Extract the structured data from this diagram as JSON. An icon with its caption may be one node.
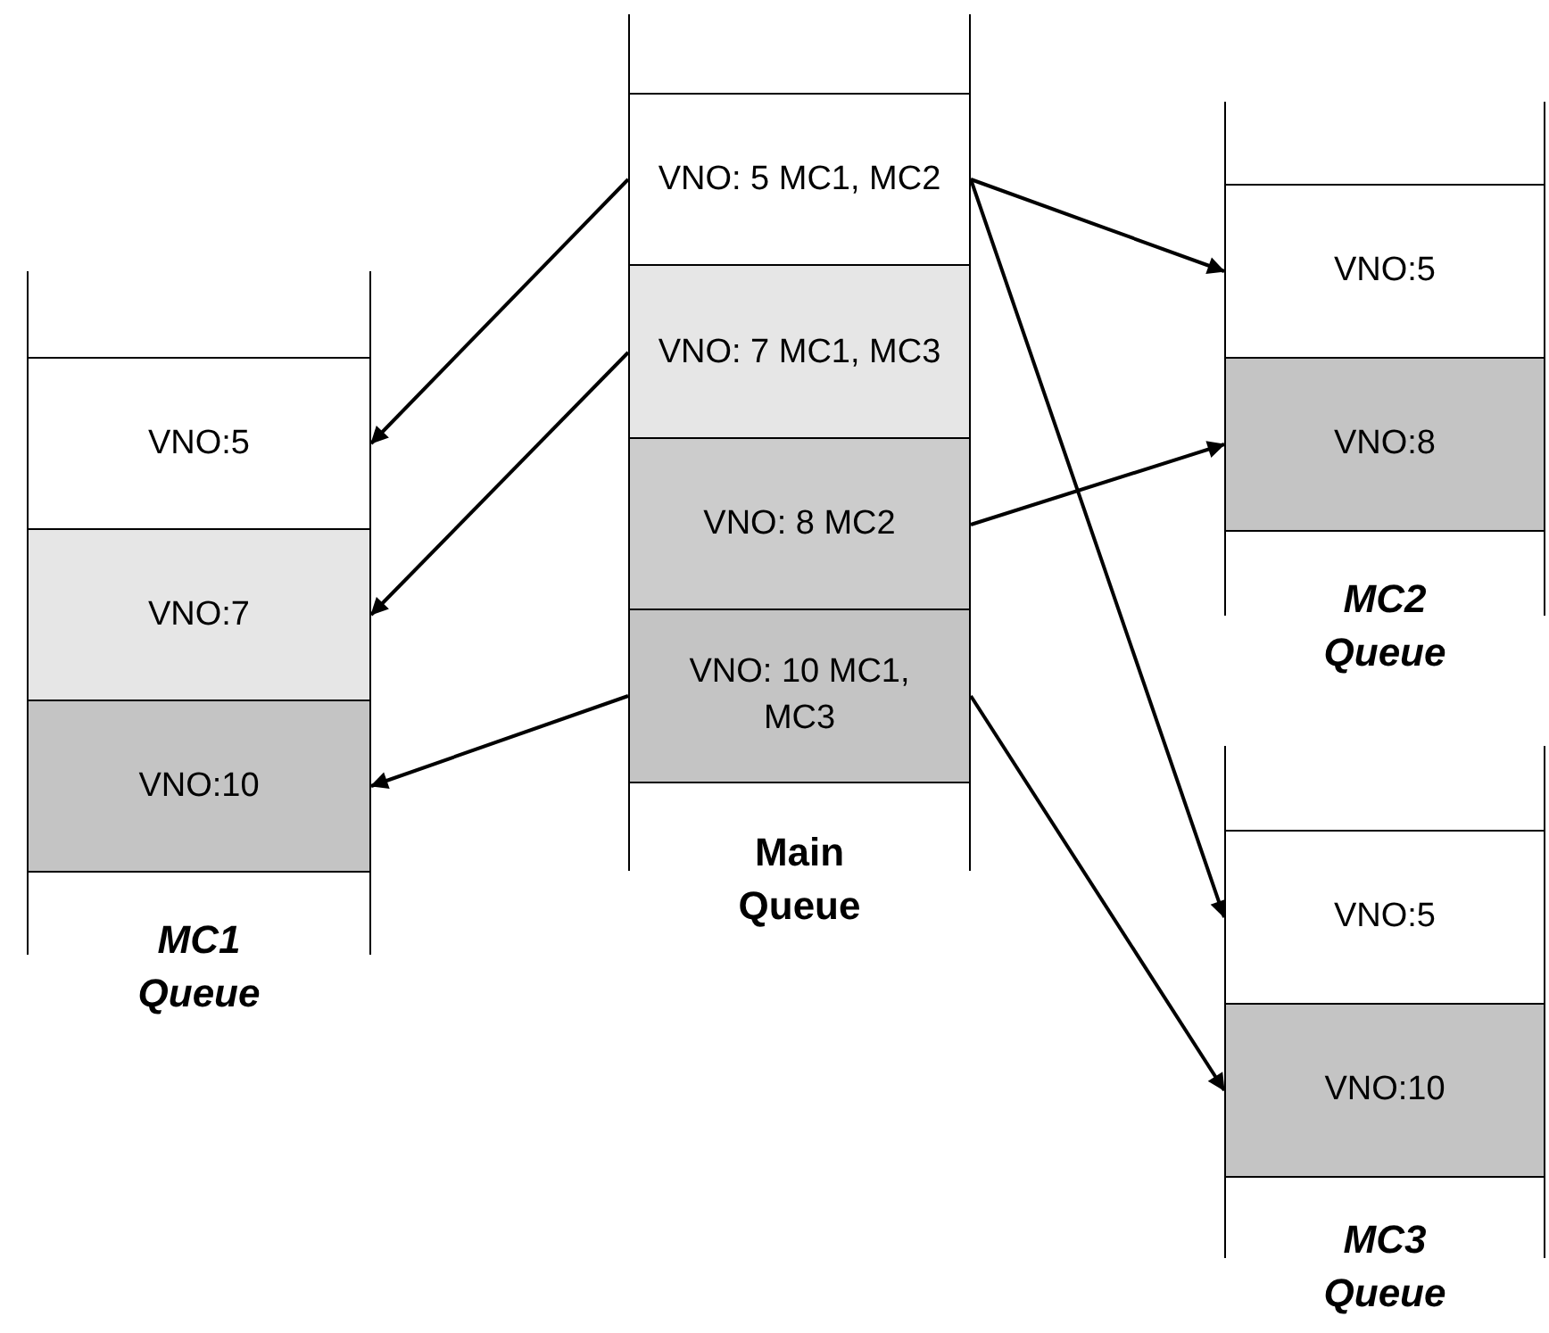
{
  "diagram": {
    "nodes": [
      {
        "text": [
          "Main Queue"
        ]
      },
      {
        "text": [
          "VNO: 5 MC1, MC2"
        ],
        "in": 0
      },
      {
        "text": [
          "VNO: 7 MC1, MC3"
        ],
        "in": 0
      },
      {
        "text": [
          "VNO: 8 MC2"
        ],
        "in": 0
      },
      {
        "text": [
          "VNO: 10 MC1, MC3"
        ],
        "in": 0
      },
      {
        "text": [
          "MC1 Queue"
        ]
      },
      {
        "text": [
          "VNO:5"
        ],
        "in": 5
      },
      {
        "text": [
          "VNO:7"
        ],
        "in": 5
      },
      {
        "text": [
          "VNO:10"
        ],
        "in": 5
      },
      {
        "text": [
          "MC2 Queue"
        ]
      },
      {
        "text": [
          "VNO:5"
        ],
        "in": 9
      },
      {
        "text": [
          "VNO:8"
        ],
        "in": 9
      },
      {
        "text": [
          "MC3 Queue"
        ]
      },
      {
        "text": [
          "VNO:5"
        ],
        "in": 12
      },
      {
        "text": [
          "VNO:10"
        ],
        "in": 12
      }
    ],
    "edges": [
      {
        "from": 1,
        "to": 6,
        "arrow": "to"
      },
      {
        "from": 2,
        "to": 7,
        "arrow": "to"
      },
      {
        "from": 4,
        "to": 8,
        "arrow": "to"
      },
      {
        "from": 1,
        "to": 10,
        "arrow": "to"
      },
      {
        "from": 3,
        "to": 11,
        "arrow": "to"
      },
      {
        "from": 1,
        "to": 13,
        "arrow": "to"
      },
      {
        "from": 4,
        "to": 14,
        "arrow": "to"
      }
    ]
  }
}
